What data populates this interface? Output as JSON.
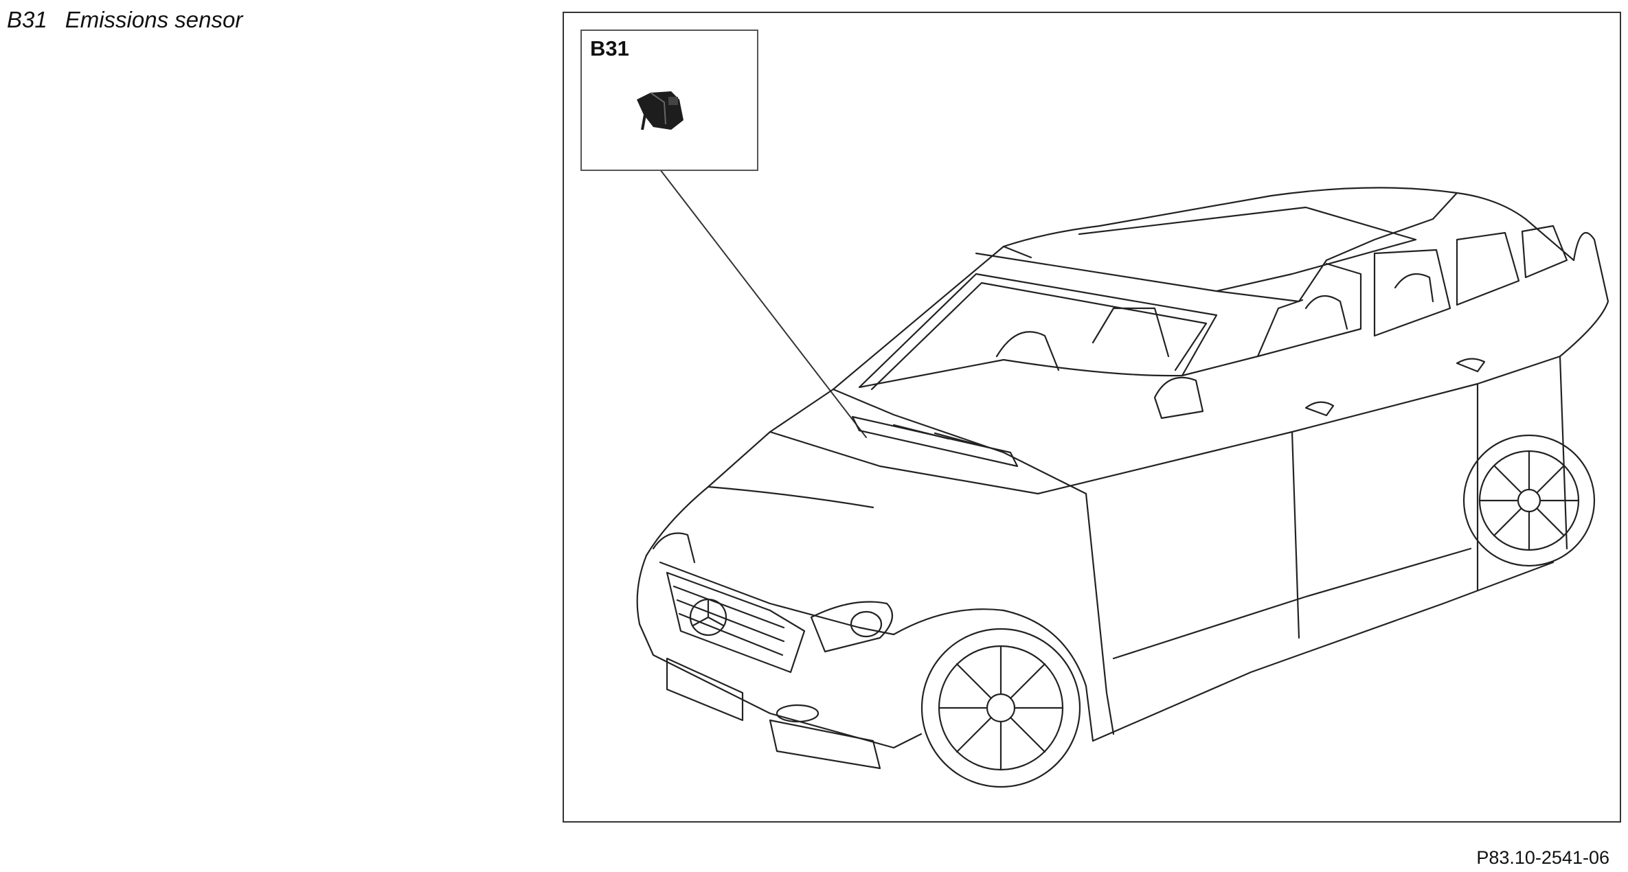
{
  "legend": {
    "code": "B31",
    "description": "Emissions sensor"
  },
  "inset": {
    "label": "B31"
  },
  "figure_ref": "P83.10-2541-06",
  "icons": [
    "sensor-component-icon",
    "car-line-drawing-icon"
  ]
}
